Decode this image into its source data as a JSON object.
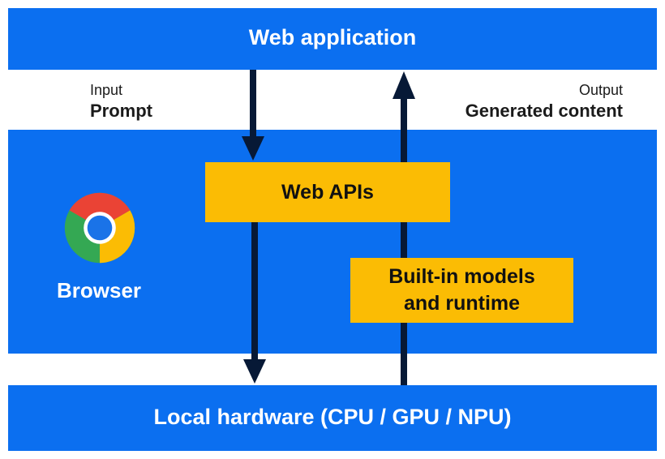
{
  "top": {
    "title": "Web application"
  },
  "input": {
    "small_label": "Input",
    "strong_label": "Prompt"
  },
  "output": {
    "small_label": "Output",
    "strong_label": "Generated content"
  },
  "browser": {
    "label": "Browser",
    "logo_icon": "chrome-logo-icon"
  },
  "web_apis": {
    "label": "Web APIs"
  },
  "builtin": {
    "line1": "Built-in models",
    "line2": "and runtime"
  },
  "bottom": {
    "title": "Local hardware (CPU / GPU / NPU)"
  },
  "colors": {
    "blue": "#0b6ff0",
    "yellow": "#fbbc04",
    "arrow": "#071936",
    "text_dark": "#1b1b1b",
    "chrome_red": "#ea4335",
    "chrome_yellow": "#fbbc04",
    "chrome_green": "#34a853",
    "chrome_blue": "#1a73e8"
  }
}
